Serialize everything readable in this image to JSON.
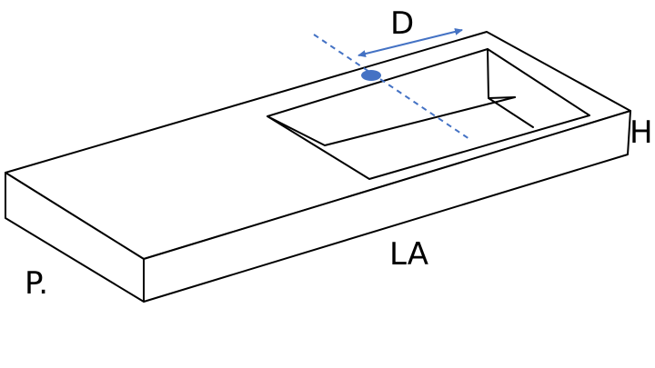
{
  "labels": {
    "depth": "D",
    "height": "H",
    "length": "LA",
    "width": "P."
  },
  "colors": {
    "outline": "#000000",
    "accent": "#4472C4",
    "background": "#FFFFFF"
  }
}
